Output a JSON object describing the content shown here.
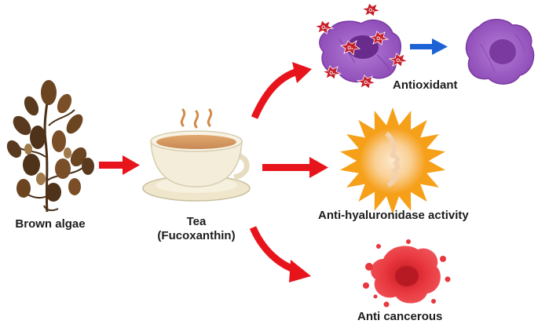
{
  "labels": {
    "brown_algae": "Brown algae",
    "tea_line1": "Tea",
    "tea_line2": "(Fucoxanthin)",
    "antioxidant": "Antioxidant",
    "anti_hyaluronidase": "Anti-hyaluronidase activity",
    "anti_cancerous": "Anti cancerous"
  },
  "radical_symbol": "O₂",
  "colors": {
    "arrow_red": "#e8141b",
    "arrow_blue": "#1e63d6",
    "cell_purple": "#9a5bc4",
    "cell_nucleus": "#6a2c8c",
    "sun_orange": "#f6a01a",
    "cancer_red": "#e8373e",
    "tea_brown": "#c98a55",
    "cup_cream": "#f3edd9",
    "algae_brown": "#5a3a1e"
  }
}
